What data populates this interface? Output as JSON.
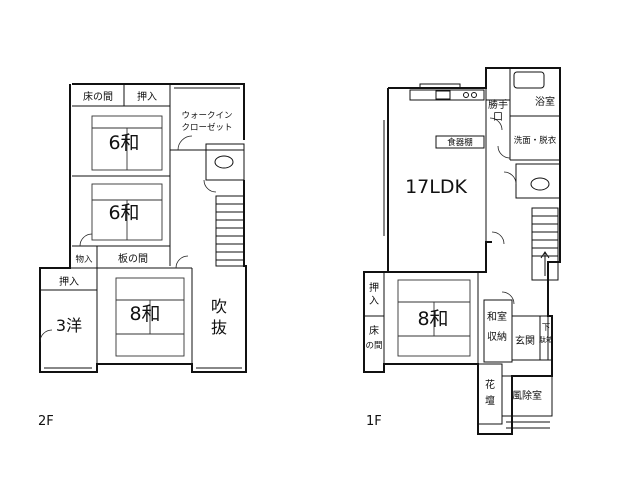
{
  "floors": {
    "f2": {
      "label": "2F",
      "rooms": {
        "tokonoma": "床の間",
        "oshiire_top": "押入",
        "walkin": "ウォークイン",
        "closet": "クローゼット",
        "room_6wa_a": "6和",
        "room_6wa_b": "6和",
        "monoire": "物入",
        "itanoma": "板の間",
        "oshiire_left": "押入",
        "room_3yo": "3洋",
        "room_8wa": "8和",
        "fukinuke_1": "吹",
        "fukinuke_2": "抜"
      }
    },
    "f1": {
      "label": "1F",
      "rooms": {
        "ldk": "17LDK",
        "shokkidana": "食器棚",
        "katteguchi_1": "勝手",
        "katteguchi_2": "口",
        "bath": "浴室",
        "senmen": "洗面・脱衣",
        "oshiire": "押",
        "oshiire_2": "入",
        "tokonoma_1": "床",
        "tokonoma_2": "の間",
        "room_8wa": "8和",
        "washitsu_1": "和室",
        "washitsu_2": "収納",
        "genkan": "玄関",
        "getabako_1": "下",
        "getabako_2": "駄箱",
        "kadan_1": "花",
        "kadan_2": "壇",
        "fujoshitsu": "風除室"
      }
    }
  }
}
